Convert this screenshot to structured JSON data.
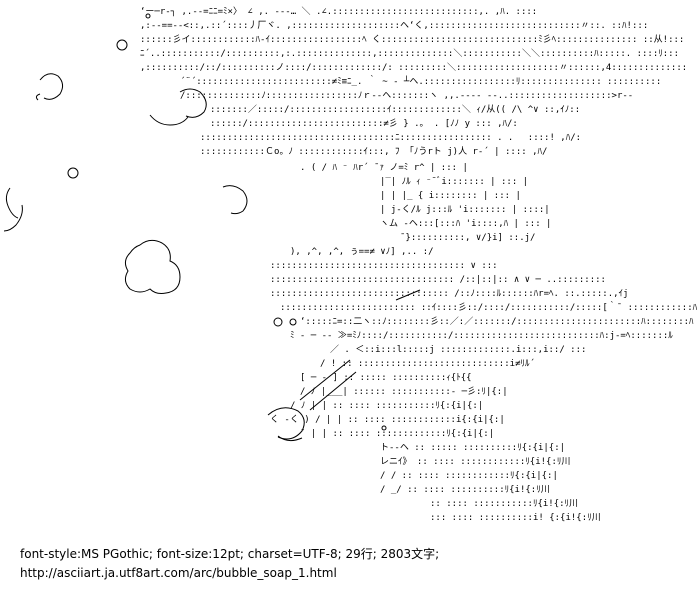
{
  "artwork": {
    "description_icon": "ascii-art-girl-blowing-bubbles",
    "ink_color": "#000000",
    "paper_color": "#ffffff"
  },
  "footer": {
    "meta_line": "font-style:MS PGothic; font-size:12pt; charset=UTF-8; 29行; 2803文字;",
    "source_url": "http://asciiart.ja.utf8art.com/arc/bubble_soap_1.html"
  }
}
